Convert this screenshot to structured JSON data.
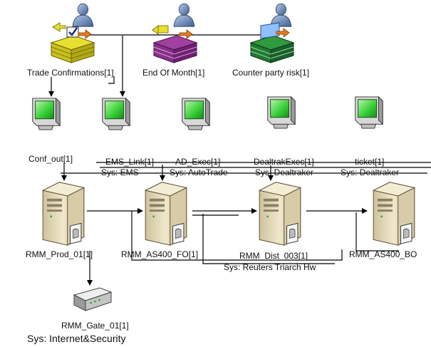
{
  "diagram": {
    "roles": {
      "trade_confirmations": "Trade Confirmations[1]",
      "end_of_month": "End Of Month[1]",
      "counter_party_risk": "Counter party risk[1]"
    },
    "terminals": {
      "conf_out": {
        "label": "Conf_out[1]"
      },
      "ems_link": {
        "label": "EMS_Link[1]",
        "sys": "Sys: EMS"
      },
      "ad_exec": {
        "label": "AD_Exec[1]",
        "sys": "Sys: AutoTrade"
      },
      "dealtrak_exec": {
        "label": "DealtrakExec[1]",
        "sys": "Sys: Dealtraker"
      },
      "ticket": {
        "label": "ticket[1]",
        "sys": "Sys: Dealtraker"
      }
    },
    "servers": {
      "rmm_prod_01": {
        "label": "RMM_Prod_01[1]"
      },
      "rmm_as400_fo": {
        "label": "RMM_AS400_FO[1]"
      },
      "rmm_dist_003": {
        "label": "RMM_Dist_003[1]",
        "sys": "Sys: Reuters Triarch Hw"
      },
      "rmm_as400_bo": {
        "label": "RMM_AS400_BO"
      }
    },
    "gateway": {
      "label": "RMM_Gate_01[1]",
      "sys": "Sys: Internet&Security"
    },
    "colors": {
      "trade_conf_stack": "#e8e030",
      "end_of_month_stack": "#a040a0",
      "counter_party_stack": "#207a30",
      "screen": "#33cc33",
      "person": "#6a8fc0",
      "server": "#e8dcb8"
    }
  }
}
